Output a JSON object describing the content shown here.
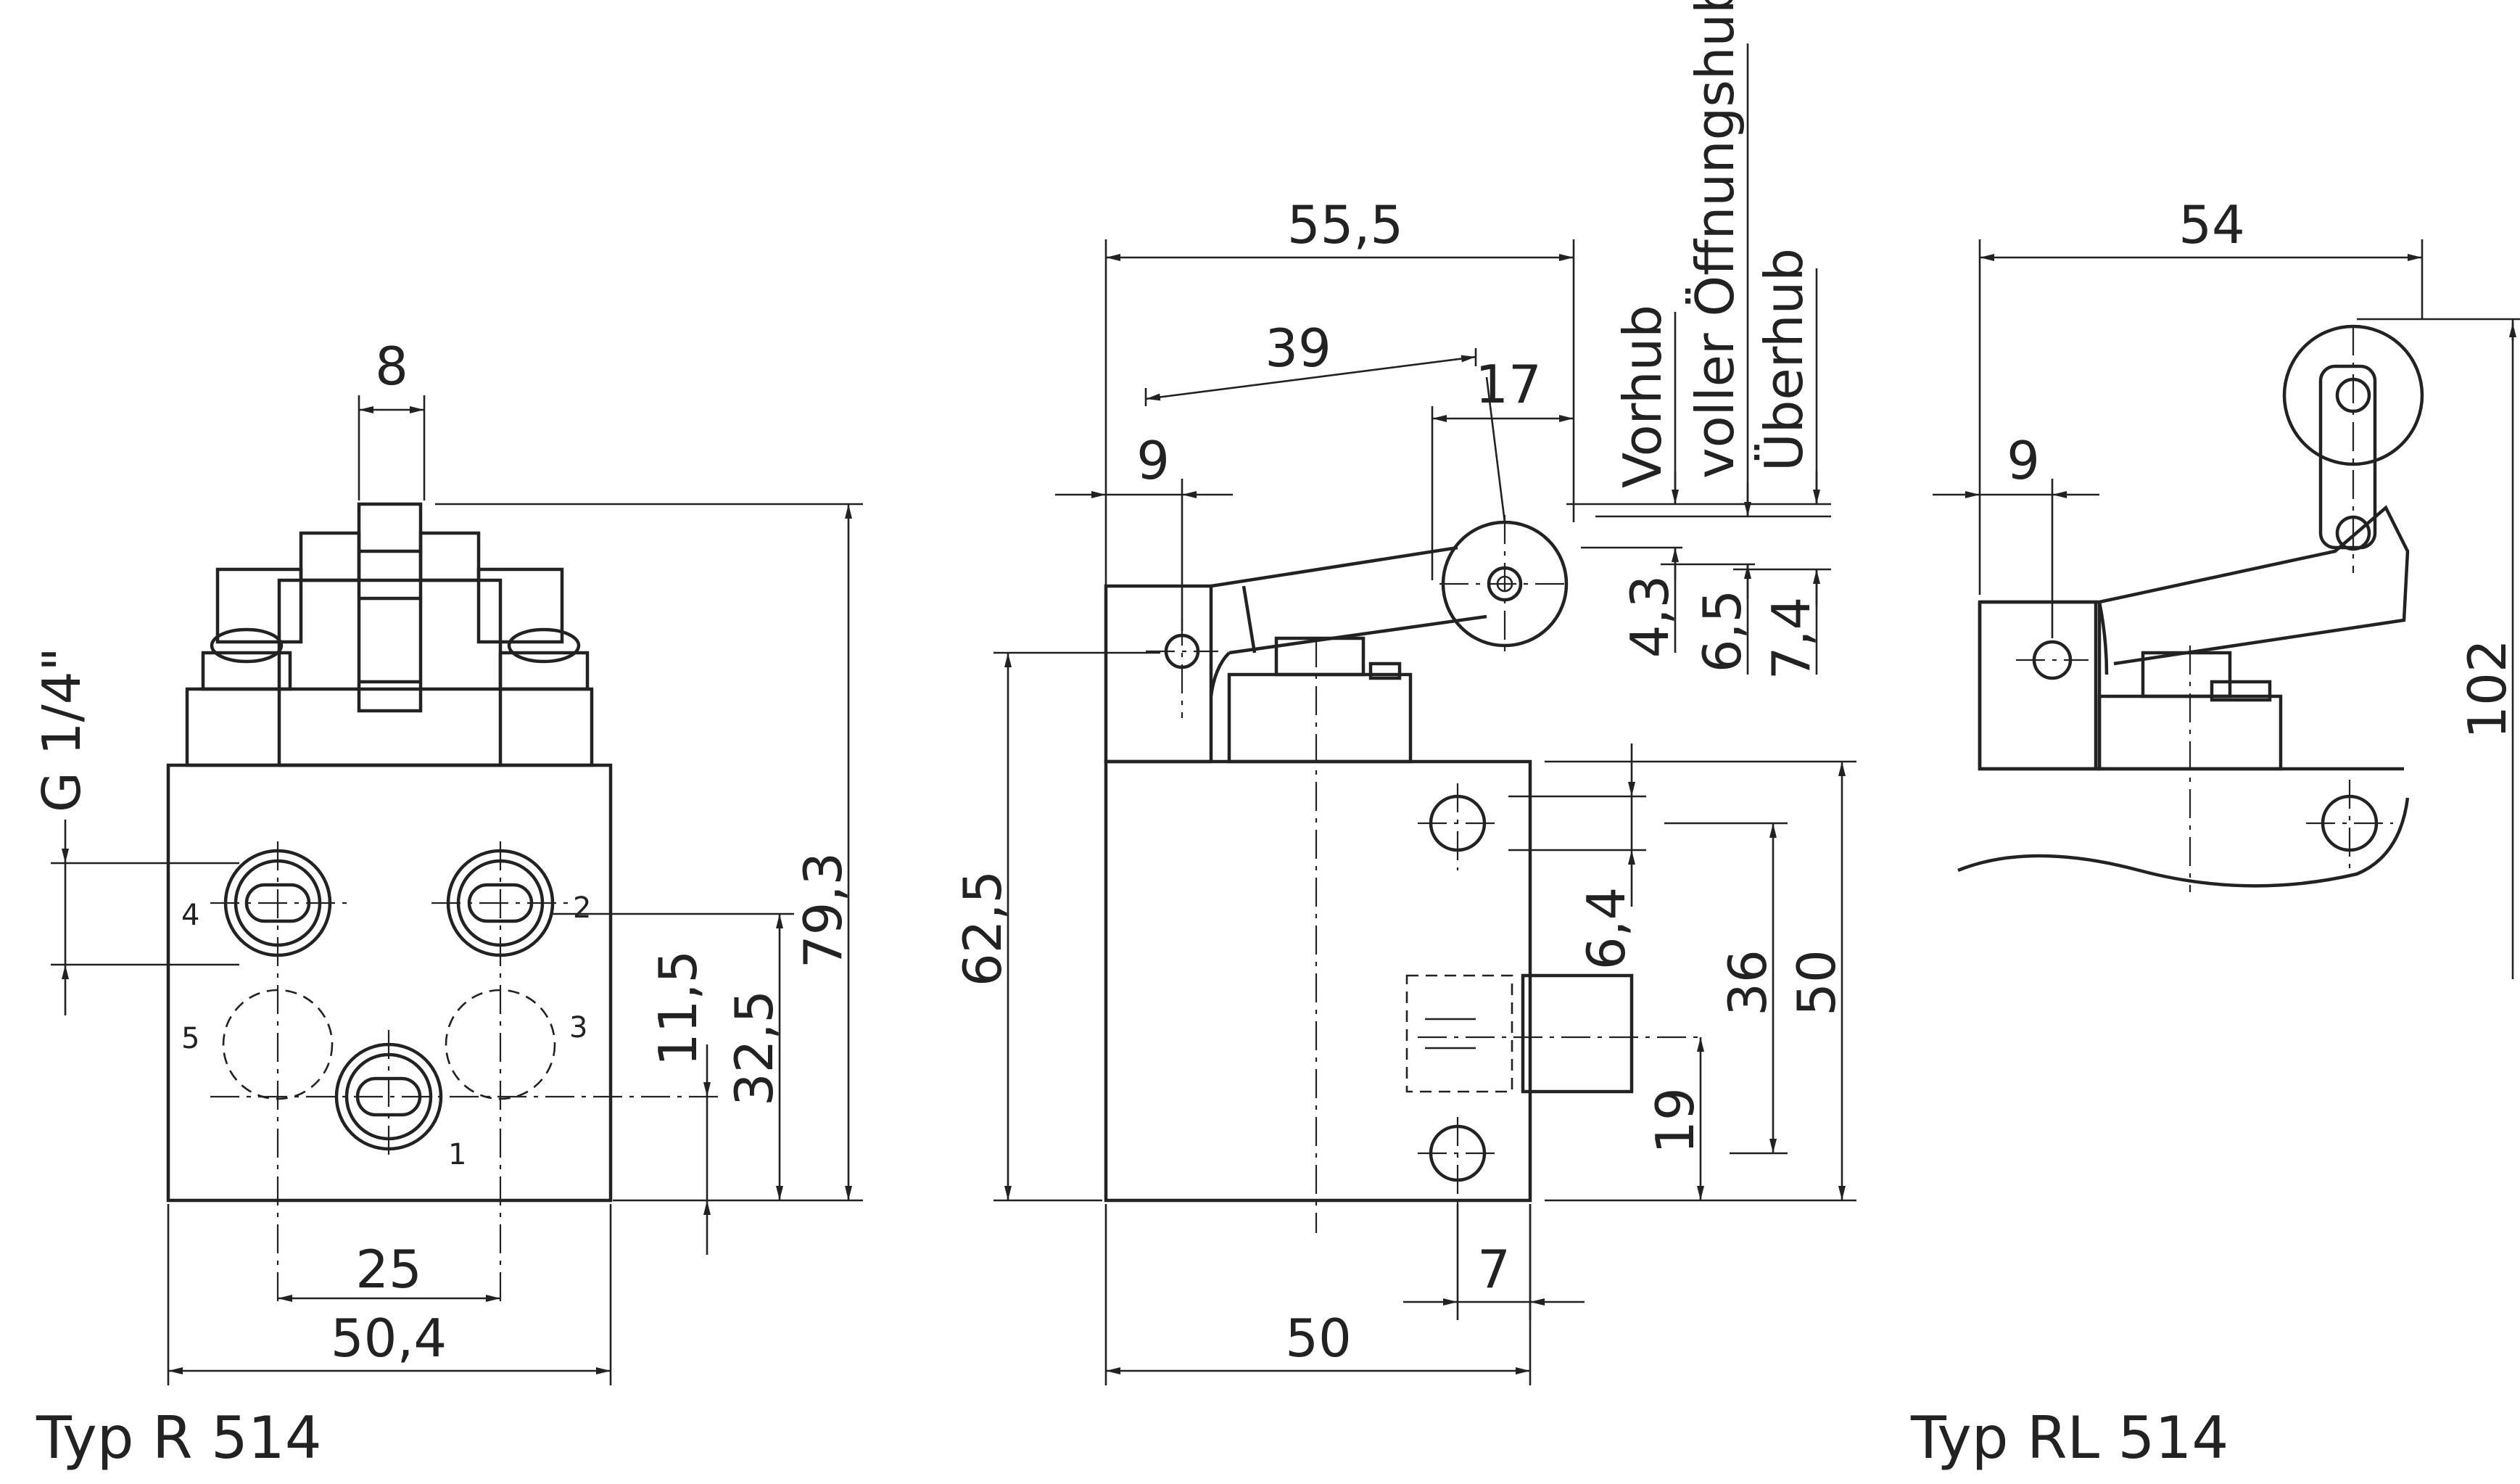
{
  "captions": {
    "left": "Typ R 514",
    "right": "Typ RL 514"
  },
  "view_r514": {
    "dims": {
      "top_width": "8",
      "thread": "G 1/4\"",
      "height_total": "79,3",
      "height_port": "32,5",
      "height_port1": "11,5",
      "spacing": "25",
      "width": "50,4"
    },
    "ports": [
      "4",
      "2",
      "5",
      "3",
      "1"
    ]
  },
  "view_side": {
    "dims": {
      "width_total": "55,5",
      "lever": "39",
      "roller": "17",
      "pivot": "9",
      "height": "62,5",
      "hole_dia": "6,4",
      "hole_spacing": "36",
      "height_body": "50",
      "outlet": "19",
      "offset": "7",
      "width_body": "50",
      "pre_stroke": "4,3",
      "full_stroke": "6,5",
      "over_stroke": "7,4"
    },
    "stroke_labels": {
      "pre": "Vorhub",
      "full": "voller Öffnungshub",
      "over": "Überhub"
    }
  },
  "view_rl514": {
    "dims": {
      "width": "54",
      "pivot": "9",
      "height": "102"
    }
  }
}
